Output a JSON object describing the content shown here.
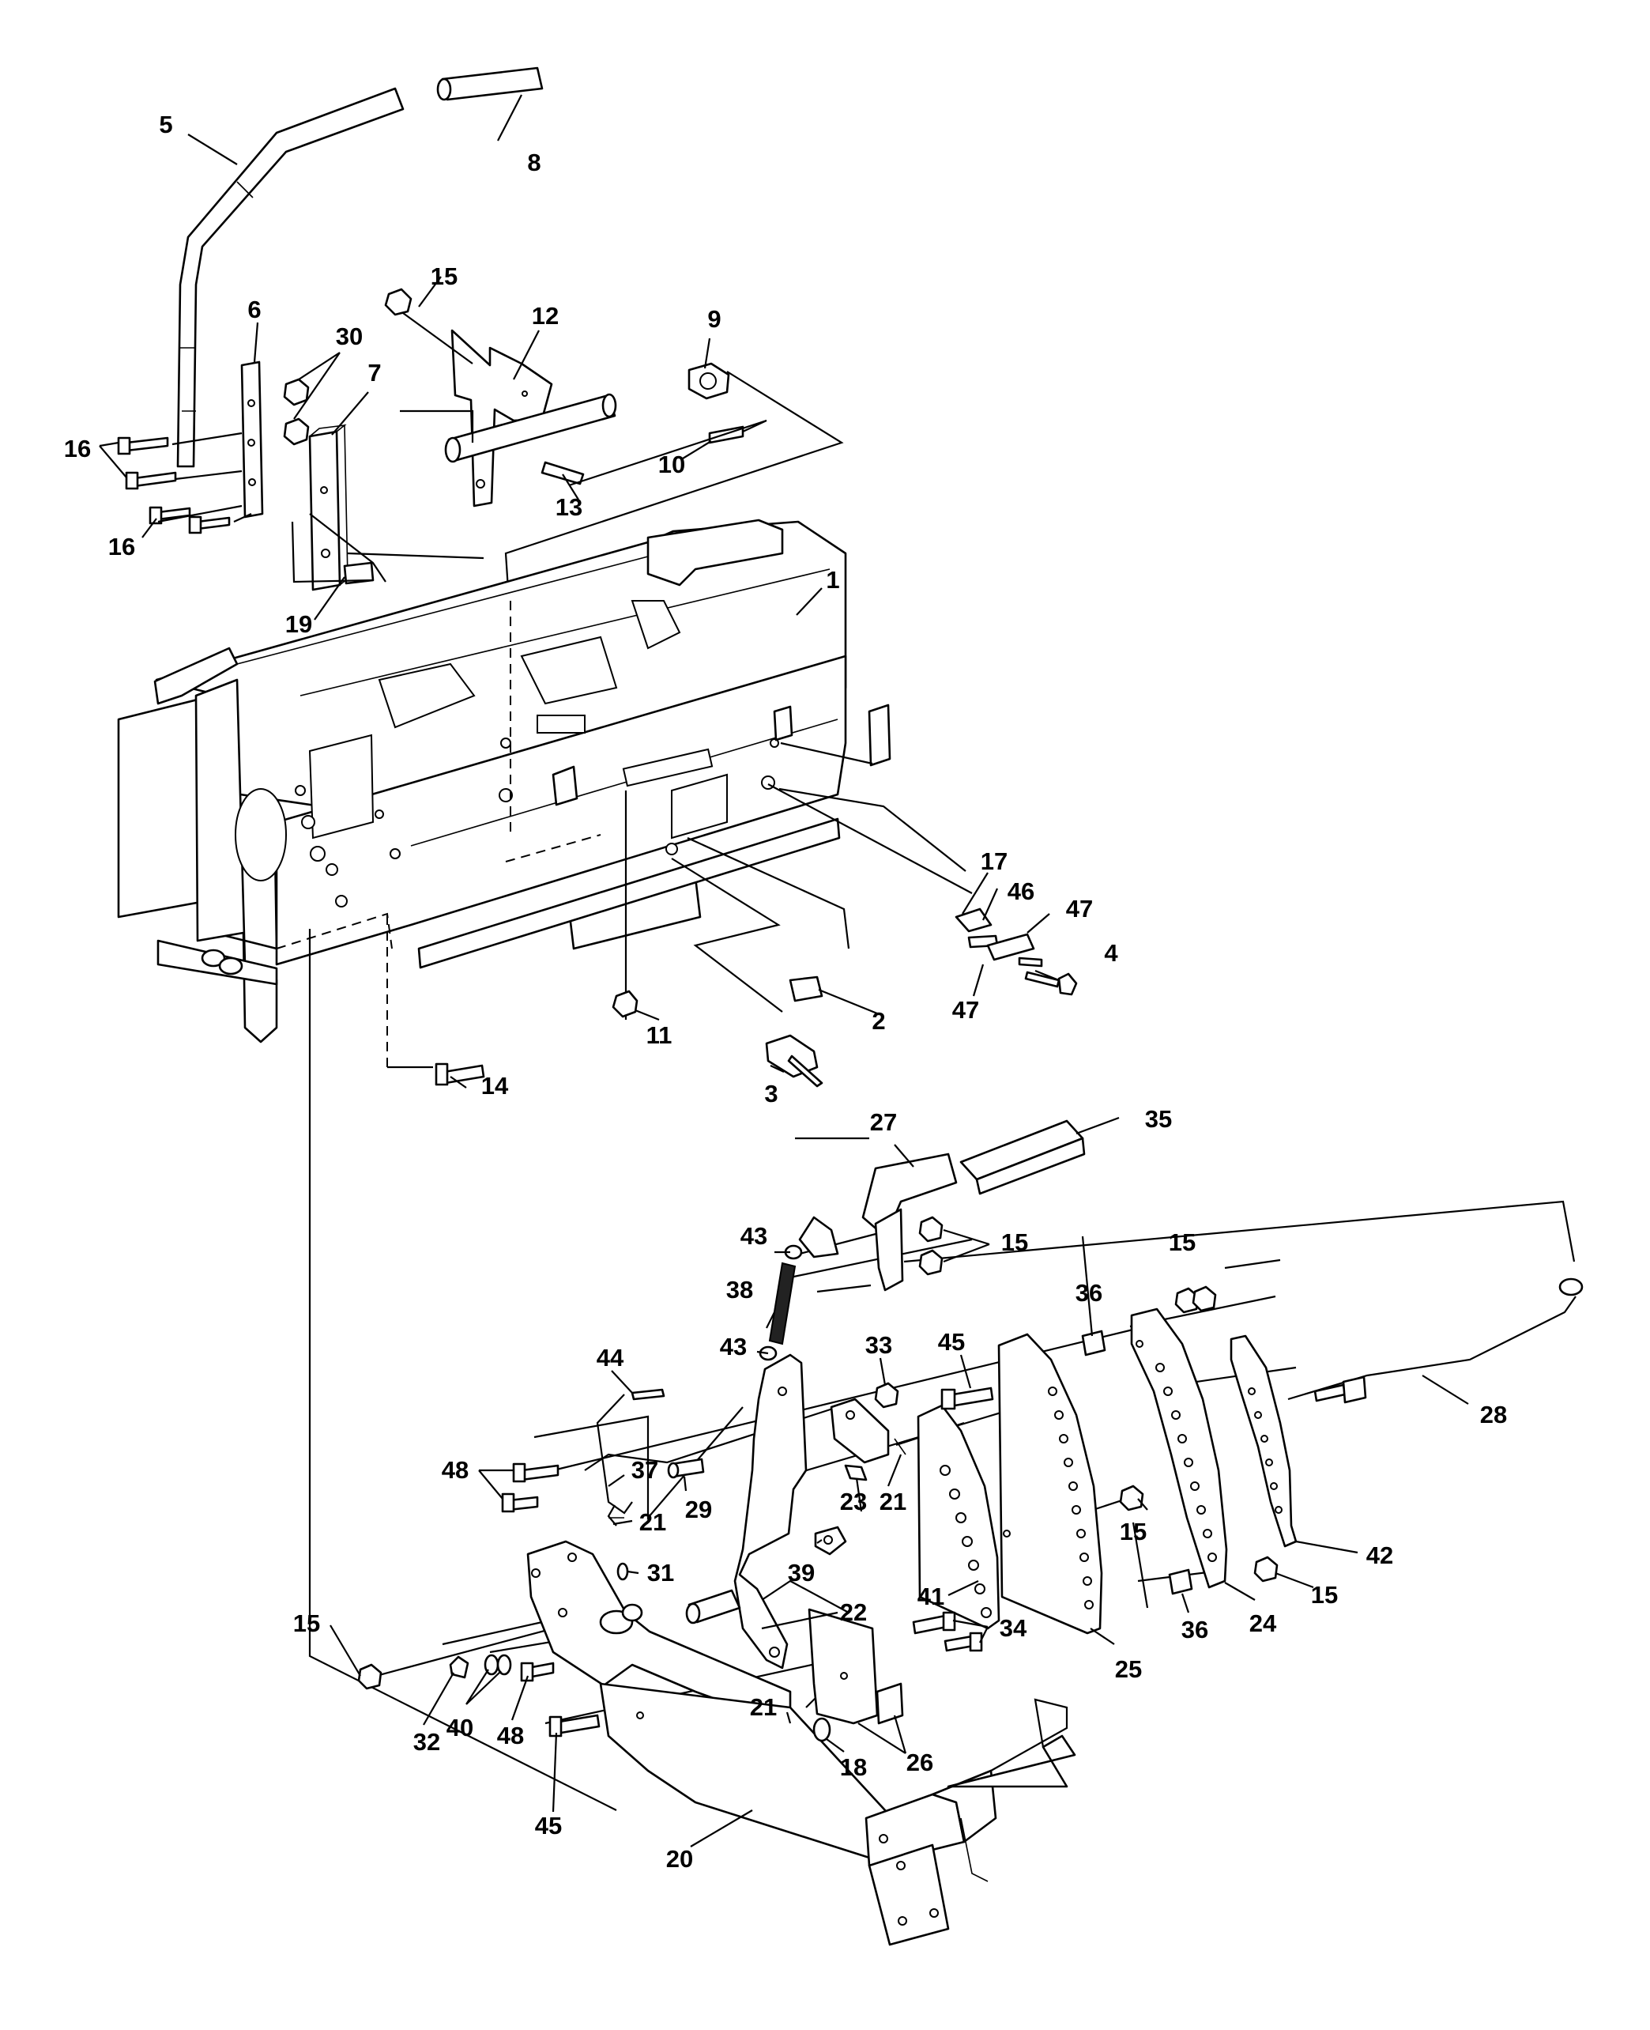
{
  "callouts": [
    {
      "id": "c5",
      "label": "5"
    },
    {
      "id": "c8",
      "label": "8"
    },
    {
      "id": "c15a",
      "label": "15"
    },
    {
      "id": "c12",
      "label": "12"
    },
    {
      "id": "c9",
      "label": "9"
    },
    {
      "id": "c6",
      "label": "6"
    },
    {
      "id": "c30",
      "label": "30"
    },
    {
      "id": "c7",
      "label": "7"
    },
    {
      "id": "c16a",
      "label": "16"
    },
    {
      "id": "c10",
      "label": "10"
    },
    {
      "id": "c13",
      "label": "13"
    },
    {
      "id": "c16b",
      "label": "16"
    },
    {
      "id": "c19",
      "label": "19"
    },
    {
      "id": "c1",
      "label": "1"
    },
    {
      "id": "c17",
      "label": "17"
    },
    {
      "id": "c46",
      "label": "46"
    },
    {
      "id": "c47a",
      "label": "47"
    },
    {
      "id": "c4",
      "label": "4"
    },
    {
      "id": "c47b",
      "label": "47"
    },
    {
      "id": "c11",
      "label": "11"
    },
    {
      "id": "c2",
      "label": "2"
    },
    {
      "id": "c3",
      "label": "3"
    },
    {
      "id": "c14",
      "label": "14"
    },
    {
      "id": "c27",
      "label": "27"
    },
    {
      "id": "c35",
      "label": "35"
    },
    {
      "id": "c43a",
      "label": "43"
    },
    {
      "id": "c15b",
      "label": "15"
    },
    {
      "id": "c15c",
      "label": "15"
    },
    {
      "id": "c38",
      "label": "38"
    },
    {
      "id": "c36a",
      "label": "36"
    },
    {
      "id": "c45a",
      "label": "45"
    },
    {
      "id": "c43b",
      "label": "43"
    },
    {
      "id": "c33",
      "label": "33"
    },
    {
      "id": "c44",
      "label": "44"
    },
    {
      "id": "c28",
      "label": "28"
    },
    {
      "id": "c48a",
      "label": "48"
    },
    {
      "id": "c37",
      "label": "37"
    },
    {
      "id": "c29",
      "label": "29"
    },
    {
      "id": "c23",
      "label": "23"
    },
    {
      "id": "c21a",
      "label": "21"
    },
    {
      "id": "c21b",
      "label": "21"
    },
    {
      "id": "c15d",
      "label": "15"
    },
    {
      "id": "c42",
      "label": "42"
    },
    {
      "id": "c39",
      "label": "39"
    },
    {
      "id": "c31",
      "label": "31"
    },
    {
      "id": "c15e",
      "label": "15"
    },
    {
      "id": "c22",
      "label": "22"
    },
    {
      "id": "c41",
      "label": "41"
    },
    {
      "id": "c15f",
      "label": "15"
    },
    {
      "id": "c36b",
      "label": "36"
    },
    {
      "id": "c24",
      "label": "24"
    },
    {
      "id": "c25",
      "label": "25"
    },
    {
      "id": "c34",
      "label": "34"
    },
    {
      "id": "c32",
      "label": "32"
    },
    {
      "id": "c40",
      "label": "40"
    },
    {
      "id": "c48b",
      "label": "48"
    },
    {
      "id": "c21c",
      "label": "21"
    },
    {
      "id": "c18",
      "label": "18"
    },
    {
      "id": "c26",
      "label": "26"
    },
    {
      "id": "c45b",
      "label": "45"
    },
    {
      "id": "c20",
      "label": "20"
    }
  ]
}
